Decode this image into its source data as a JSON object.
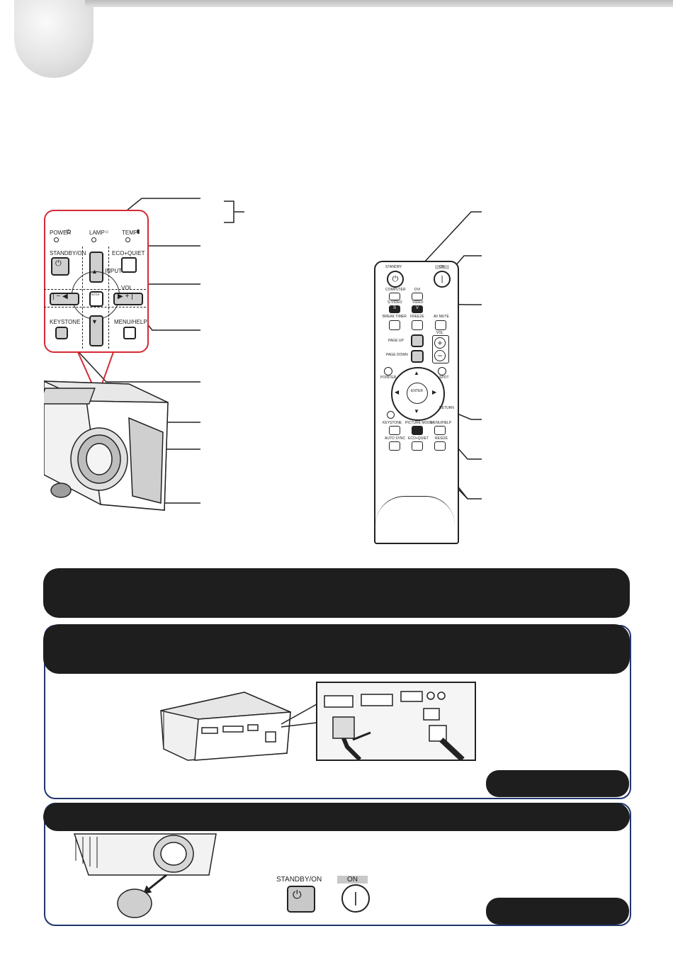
{
  "panel_labels": {
    "power": "POWER",
    "lamp": "LAMP",
    "temp": "TEMP",
    "standby_on": "STANDBY/ON",
    "eco_quiet": "ECO+QUIET",
    "input": "INPUT",
    "vol": "VOL",
    "enter": "ENTER",
    "keystone": "KEYSTONE",
    "menu_help": "MENU/HELP",
    "minus": "−",
    "plus": "+"
  },
  "remote_labels": {
    "standby": "STANDBY",
    "on": "ON",
    "computer": "COMPUTER",
    "dvi": "DVI",
    "s_video": "S-VIDEO",
    "video": "VIDEO",
    "break_timer": "BREAK TIMER",
    "freeze": "FREEZE",
    "av_mute": "AV MUTE",
    "vol": "VOL",
    "page_up": "PAGE UP",
    "page_down": "PAGE DOWN",
    "enter": "ENTER",
    "pointer": "POINTER",
    "spot": "SPOT",
    "return": "RETURN",
    "keystone": "KEYSTONE",
    "picture_mode": "PICTURE MODE",
    "menu_help": "MENU/HELP",
    "auto_sync": "AUTO SYNC",
    "eco_quiet": "ECO+QUIET",
    "resize": "RESIZE",
    "s_badge": "S",
    "v_badge": "V"
  },
  "power_section": {
    "standby_label": "STANDBY/ON",
    "on_label": "ON"
  },
  "colors": {
    "panel_border": "#d62a35",
    "section_border": "#21356e",
    "dark_bar": "#1e1e1e"
  }
}
